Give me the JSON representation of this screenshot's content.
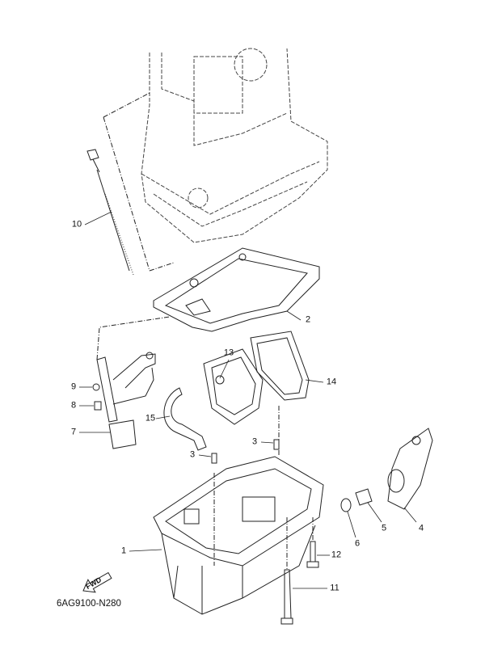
{
  "diagram_code": "6AG9100-N280",
  "fwd_label": "FWD",
  "callouts": {
    "c1": "1",
    "c2": "2",
    "c3a": "3",
    "c3b": "3",
    "c4": "4",
    "c5": "5",
    "c6": "6",
    "c7": "7",
    "c8": "8",
    "c9": "9",
    "c10": "10",
    "c11": "11",
    "c12": "12",
    "c13": "13",
    "c14": "14",
    "c15": "15"
  }
}
